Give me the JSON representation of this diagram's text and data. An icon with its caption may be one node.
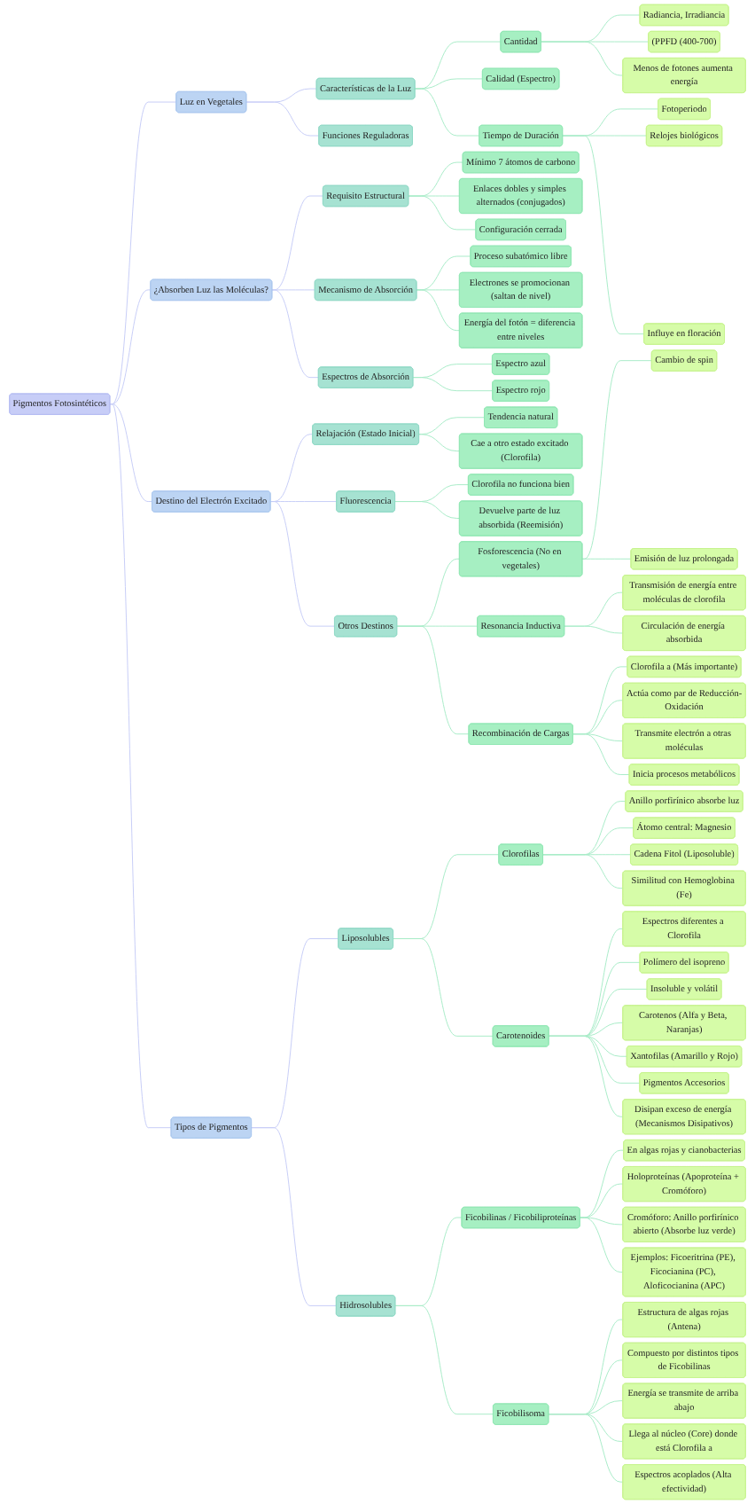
{
  "diagram": {
    "nodes": [
      {
        "text": [
          "Pigmentos Fotosintéticos"
        ]
      },
      {
        "text": [
          "Luz en Vegetales"
        ]
      },
      {
        "text": [
          "Características de la Luz"
        ]
      },
      {
        "text": [
          "Cantidad"
        ]
      },
      {
        "text": [
          "Radiancia, Irradiancia"
        ]
      },
      {
        "text": [
          "(PPFD (400-700)"
        ]
      },
      {
        "text": [
          "Menos de fotones aumenta energía"
        ]
      },
      {
        "text": [
          "Calidad (Espectro)"
        ]
      },
      {
        "text": [
          "Tiempo de Duración"
        ]
      },
      {
        "text": [
          "Fotoperiodo"
        ]
      },
      {
        "text": [
          "Relojes biológicos"
        ]
      },
      {
        "text": [
          "Influye en floración"
        ]
      },
      {
        "text": [
          "Funciones Reguladoras"
        ]
      },
      {
        "text": [
          "¿Absorben Luz las Moléculas?"
        ]
      },
      {
        "text": [
          "Requisito Estructural"
        ]
      },
      {
        "text": [
          "Mínimo 7 átomos de carbono"
        ]
      },
      {
        "text": [
          "Enlaces dobles y simples alternados (conjugados)"
        ]
      },
      {
        "text": [
          "Configuración cerrada"
        ]
      },
      {
        "text": [
          "Mecanismo de Absorción"
        ]
      },
      {
        "text": [
          "Proceso subatómico libre"
        ]
      },
      {
        "text": [
          "Electrones se promocionan (saltan de nivel)"
        ]
      },
      {
        "text": [
          "Energía del fotón = diferencia entre niveles"
        ]
      },
      {
        "text": [
          "Espectros de Absorción"
        ]
      },
      {
        "text": [
          "Espectro azul"
        ]
      },
      {
        "text": [
          "Espectro rojo"
        ]
      },
      {
        "text": [
          "Destino del Electrón Excitado"
        ]
      },
      {
        "text": [
          "Relajación (Estado Inicial)"
        ]
      },
      {
        "text": [
          "Tendencia natural"
        ]
      },
      {
        "text": [
          "Cae a otro estado excitado (Clorofila)"
        ]
      },
      {
        "text": [
          "Fluorescencia"
        ]
      },
      {
        "text": [
          "Clorofila no funciona bien"
        ]
      },
      {
        "text": [
          "Devuelve parte de luz absorbida (Reemisión)"
        ]
      },
      {
        "text": [
          "Otros Destinos"
        ]
      },
      {
        "text": [
          "Fosforescencia (No en vegetales)"
        ]
      },
      {
        "text": [
          "Cambio de spin"
        ]
      },
      {
        "text": [
          "Emisión de luz prolongada"
        ]
      },
      {
        "text": [
          "Resonancia Inductiva"
        ]
      },
      {
        "text": [
          "Transmisión de energía entre moléculas de clorofila"
        ]
      },
      {
        "text": [
          "Circulación de energía absorbida"
        ]
      },
      {
        "text": [
          "Recombinación de Cargas"
        ]
      },
      {
        "text": [
          "Clorofila a (Más importante)"
        ]
      },
      {
        "text": [
          "Actúa como par de Reducción-Oxidación"
        ]
      },
      {
        "text": [
          "Transmite electrón a otras moléculas"
        ]
      },
      {
        "text": [
          "Inicia procesos metabólicos"
        ]
      },
      {
        "text": [
          "Tipos de Pigmentos"
        ]
      },
      {
        "text": [
          "Liposolubles"
        ]
      },
      {
        "text": [
          "Clorofilas"
        ]
      },
      {
        "text": [
          "Anillo porfirínico absorbe luz"
        ]
      },
      {
        "text": [
          "Átomo central: Magnesio"
        ]
      },
      {
        "text": [
          "Cadena Fitol (Liposoluble)"
        ]
      },
      {
        "text": [
          "Similitud con Hemoglobina (Fe)"
        ]
      },
      {
        "text": [
          "Carotenoides"
        ]
      },
      {
        "text": [
          "Espectros diferentes a Clorofila"
        ]
      },
      {
        "text": [
          "Polímero del isopreno"
        ]
      },
      {
        "text": [
          "Insoluble y volátil"
        ]
      },
      {
        "text": [
          "Carotenos (Alfa y Beta, Naranjas)"
        ]
      },
      {
        "text": [
          "Xantofilas (Amarillo y Rojo)"
        ]
      },
      {
        "text": [
          "Pigmentos Accesorios"
        ]
      },
      {
        "text": [
          "Disipan exceso de energía (Mecanismos Disipativos)"
        ]
      },
      {
        "text": [
          "Hidrosolubles"
        ]
      },
      {
        "text": [
          "Ficobilinas / Ficobiliproteínas"
        ]
      },
      {
        "text": [
          "En algas rojas y cianobacterias"
        ]
      },
      {
        "text": [
          "Holoproteínas (Apoproteína + Cromóforo)"
        ]
      },
      {
        "text": [
          "Cromóforo: Anillo porfirínico abierto (Absorbe luz verde)"
        ]
      },
      {
        "text": [
          "Ejemplos: Ficoeritrina (PE), Ficocianina (PC), Aloficocianina (APC)"
        ]
      },
      {
        "text": [
          "Ficobilisoma"
        ]
      },
      {
        "text": [
          "Estructura de algas rojas (Antena)"
        ]
      },
      {
        "text": [
          "Compuesto por distintos tipos de Ficobilinas"
        ]
      },
      {
        "text": [
          "Energía se transmite de arriba abajo"
        ]
      },
      {
        "text": [
          "Llega al núcleo (Core) donde está Clorofila a"
        ]
      },
      {
        "text": [
          "Espectros acoplados (Alta efectividad)"
        ]
      }
    ],
    "edges": [
      {
        "from": 0,
        "to": 1,
        "arrow": "none",
        "color": "#c7cdf7"
      },
      {
        "from": 1,
        "to": 2,
        "arrow": "none",
        "color": "#c7cdf7"
      },
      {
        "from": 2,
        "to": 3,
        "arrow": "none"
      },
      {
        "from": 3,
        "to": 4,
        "arrow": "none"
      },
      {
        "from": 3,
        "to": 5,
        "arrow": "none"
      },
      {
        "from": 3,
        "to": 6,
        "arrow": "none"
      },
      {
        "from": 2,
        "to": 7,
        "arrow": "none"
      },
      {
        "from": 2,
        "to": 8,
        "arrow": "none"
      },
      {
        "from": 8,
        "to": 9,
        "arrow": "none"
      },
      {
        "from": 8,
        "to": 10,
        "arrow": "none"
      },
      {
        "from": 8,
        "to": 11,
        "arrow": "none"
      },
      {
        "from": 1,
        "to": 12,
        "arrow": "none",
        "color": "#c7cdf7"
      },
      {
        "from": 0,
        "to": 13,
        "arrow": "none",
        "color": "#c7cdf7"
      },
      {
        "from": 13,
        "to": 14,
        "arrow": "none",
        "color": "#c7cdf7"
      },
      {
        "from": 14,
        "to": 15,
        "arrow": "none"
      },
      {
        "from": 14,
        "to": 16,
        "arrow": "none"
      },
      {
        "from": 14,
        "to": 17,
        "arrow": "none"
      },
      {
        "from": 13,
        "to": 18,
        "arrow": "none",
        "color": "#c7cdf7"
      },
      {
        "from": 18,
        "to": 19,
        "arrow": "none"
      },
      {
        "from": 18,
        "to": 20,
        "arrow": "none"
      },
      {
        "from": 18,
        "to": 21,
        "arrow": "none"
      },
      {
        "from": 13,
        "to": 22,
        "arrow": "none",
        "color": "#c7cdf7"
      },
      {
        "from": 22,
        "to": 23,
        "arrow": "none"
      },
      {
        "from": 22,
        "to": 24,
        "arrow": "none"
      },
      {
        "from": 0,
        "to": 25,
        "arrow": "none",
        "color": "#c7cdf7"
      },
      {
        "from": 25,
        "to": 26,
        "arrow": "none",
        "color": "#c7cdf7"
      },
      {
        "from": 26,
        "to": 27,
        "arrow": "none"
      },
      {
        "from": 26,
        "to": 28,
        "arrow": "none"
      },
      {
        "from": 25,
        "to": 29,
        "arrow": "none",
        "color": "#c7cdf7"
      },
      {
        "from": 29,
        "to": 30,
        "arrow": "none"
      },
      {
        "from": 29,
        "to": 31,
        "arrow": "none"
      },
      {
        "from": 25,
        "to": 32,
        "arrow": "none",
        "color": "#c7cdf7"
      },
      {
        "from": 32,
        "to": 33,
        "arrow": "none"
      },
      {
        "from": 33,
        "to": 34,
        "arrow": "none"
      },
      {
        "from": 33,
        "to": 35,
        "arrow": "none"
      },
      {
        "from": 32,
        "to": 36,
        "arrow": "none"
      },
      {
        "from": 36,
        "to": 37,
        "arrow": "none"
      },
      {
        "from": 36,
        "to": 38,
        "arrow": "none"
      },
      {
        "from": 32,
        "to": 39,
        "arrow": "none"
      },
      {
        "from": 39,
        "to": 40,
        "arrow": "none"
      },
      {
        "from": 39,
        "to": 41,
        "arrow": "none"
      },
      {
        "from": 39,
        "to": 42,
        "arrow": "none"
      },
      {
        "from": 39,
        "to": 43,
        "arrow": "none"
      },
      {
        "from": 0,
        "to": 44,
        "arrow": "none",
        "color": "#c7cdf7"
      },
      {
        "from": 44,
        "to": 45,
        "arrow": "none",
        "color": "#c7cdf7"
      },
      {
        "from": 45,
        "to": 46,
        "arrow": "none"
      },
      {
        "from": 46,
        "to": 47,
        "arrow": "none"
      },
      {
        "from": 46,
        "to": 48,
        "arrow": "none"
      },
      {
        "from": 46,
        "to": 49,
        "arrow": "none"
      },
      {
        "from": 46,
        "to": 50,
        "arrow": "none"
      },
      {
        "from": 45,
        "to": 51,
        "arrow": "none"
      },
      {
        "from": 51,
        "to": 52,
        "arrow": "none"
      },
      {
        "from": 51,
        "to": 53,
        "arrow": "none"
      },
      {
        "from": 51,
        "to": 54,
        "arrow": "none"
      },
      {
        "from": 51,
        "to": 55,
        "arrow": "none"
      },
      {
        "from": 51,
        "to": 56,
        "arrow": "none"
      },
      {
        "from": 51,
        "to": 57,
        "arrow": "none"
      },
      {
        "from": 51,
        "to": 58,
        "arrow": "none"
      },
      {
        "from": 44,
        "to": 59,
        "arrow": "none",
        "color": "#c7cdf7"
      },
      {
        "from": 59,
        "to": 60,
        "arrow": "none"
      },
      {
        "from": 60,
        "to": 61,
        "arrow": "none"
      },
      {
        "from": 60,
        "to": 62,
        "arrow": "none"
      },
      {
        "from": 60,
        "to": 63,
        "arrow": "none"
      },
      {
        "from": 60,
        "to": 64,
        "arrow": "none"
      },
      {
        "from": 59,
        "to": 65,
        "arrow": "none"
      },
      {
        "from": 65,
        "to": 66,
        "arrow": "none"
      },
      {
        "from": 65,
        "to": 67,
        "arrow": "none"
      },
      {
        "from": 65,
        "to": 68,
        "arrow": "none"
      },
      {
        "from": 65,
        "to": 69,
        "arrow": "none"
      },
      {
        "from": 65,
        "to": 70,
        "arrow": "none"
      }
    ]
  }
}
